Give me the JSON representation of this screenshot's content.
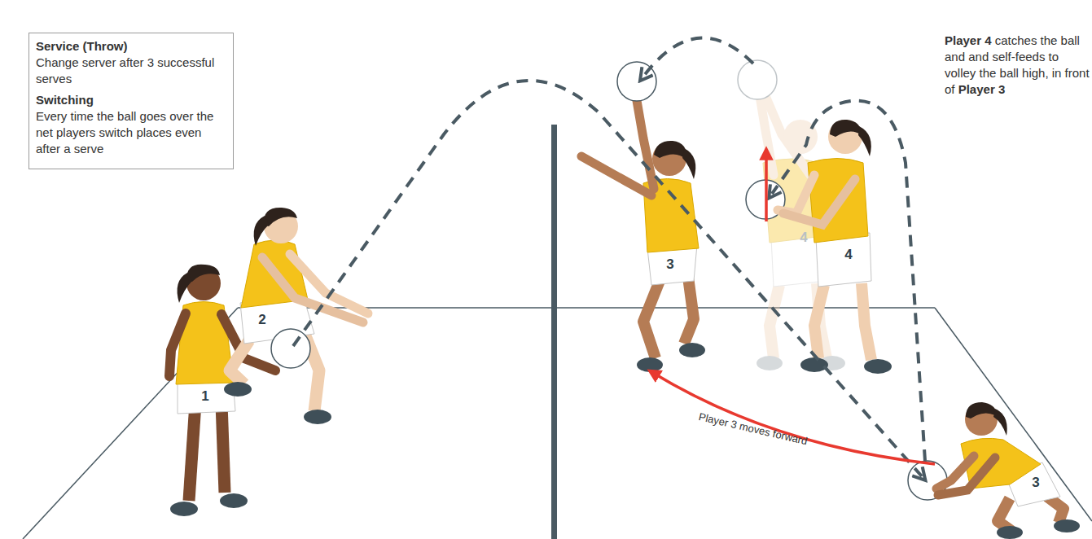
{
  "diagram": {
    "nodes": [
      {
        "text": [
          "Service (Throw)",
          "Change server after 3 successful serves",
          "Switching",
          "Every time the ball goes over the net players switch places even after a serve"
        ]
      }
    ],
    "labels": [
      "Player 4",
      "catches the ball and and self-feeds to volley the ball high, in front of",
      "Player 3",
      "Player 3 moves forward",
      "1",
      "2",
      "3",
      "4",
      "4",
      "3"
    ]
  }
}
